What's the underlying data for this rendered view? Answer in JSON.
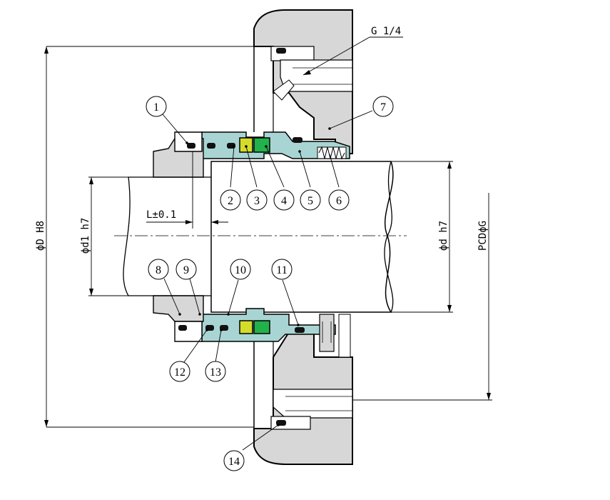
{
  "colors": {
    "housing": "#d7d7d7",
    "sleeve": "#a8d5d3",
    "rotating_face": "#d4dc2b",
    "stationary_face": "#22b24c",
    "oring": "#111111",
    "line": "#000000"
  },
  "dimensions": {
    "d_housing": "ϕD H8",
    "d_shaft": "ϕd h7",
    "d_shaft_small": "ϕd1 h7",
    "pcd": "PCDϕG",
    "thread": "G 1/4",
    "length": "L±0.1"
  },
  "callouts": [
    "1",
    "2",
    "3",
    "4",
    "5",
    "6",
    "7",
    "8",
    "9",
    "10",
    "11",
    "12",
    "13",
    "14"
  ]
}
